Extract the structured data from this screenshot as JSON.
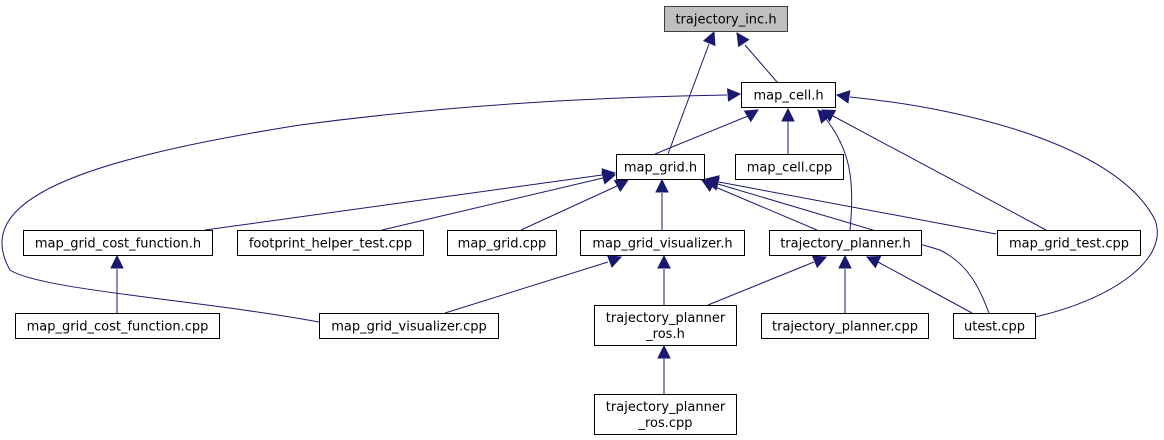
{
  "diagram": {
    "type": "include-dependency-graph",
    "colors": {
      "edge": "#191970",
      "root_fill": "#bfbfbf",
      "node_fill": "#ffffff",
      "border": "#000000"
    },
    "nodes": [
      {
        "id": "trajectory_inc_h",
        "lines": [
          "trajectory_inc.h"
        ],
        "root": true
      },
      {
        "id": "map_cell_h",
        "lines": [
          "map_cell.h"
        ]
      },
      {
        "id": "map_grid_h",
        "lines": [
          "map_grid.h"
        ]
      },
      {
        "id": "map_cell_cpp",
        "lines": [
          "map_cell.cpp"
        ]
      },
      {
        "id": "map_grid_cost_function_h",
        "lines": [
          "map_grid_cost_function.h"
        ]
      },
      {
        "id": "footprint_helper_test_cpp",
        "lines": [
          "footprint_helper_test.cpp"
        ]
      },
      {
        "id": "map_grid_cpp",
        "lines": [
          "map_grid.cpp"
        ]
      },
      {
        "id": "map_grid_visualizer_h",
        "lines": [
          "map_grid_visualizer.h"
        ]
      },
      {
        "id": "trajectory_planner_h",
        "lines": [
          "trajectory_planner.h"
        ]
      },
      {
        "id": "map_grid_test_cpp",
        "lines": [
          "map_grid_test.cpp"
        ]
      },
      {
        "id": "map_grid_cost_function_cpp",
        "lines": [
          "map_grid_cost_function.cpp"
        ]
      },
      {
        "id": "map_grid_visualizer_cpp",
        "lines": [
          "map_grid_visualizer.cpp"
        ]
      },
      {
        "id": "trajectory_planner_ros_h",
        "lines": [
          "trajectory_planner",
          "_ros.h"
        ]
      },
      {
        "id": "trajectory_planner_cpp",
        "lines": [
          "trajectory_planner.cpp"
        ]
      },
      {
        "id": "utest_cpp",
        "lines": [
          "utest.cpp"
        ]
      },
      {
        "id": "trajectory_planner_ros_cpp",
        "lines": [
          "trajectory_planner",
          "_ros.cpp"
        ]
      }
    ],
    "edges": [
      {
        "from": "map_cell_h",
        "to": "trajectory_inc_h"
      },
      {
        "from": "map_grid_h",
        "to": "trajectory_inc_h"
      },
      {
        "from": "map_grid_h",
        "to": "map_cell_h"
      },
      {
        "from": "map_cell_cpp",
        "to": "map_cell_h"
      },
      {
        "from": "trajectory_planner_h",
        "to": "map_cell_h"
      },
      {
        "from": "map_grid_test_cpp",
        "to": "map_cell_h"
      },
      {
        "from": "map_grid_visualizer_cpp",
        "to": "map_cell_h"
      },
      {
        "from": "utest_cpp",
        "to": "map_cell_h"
      },
      {
        "from": "map_grid_cost_function_h",
        "to": "map_grid_h"
      },
      {
        "from": "footprint_helper_test_cpp",
        "to": "map_grid_h"
      },
      {
        "from": "map_grid_cpp",
        "to": "map_grid_h"
      },
      {
        "from": "map_grid_visualizer_h",
        "to": "map_grid_h"
      },
      {
        "from": "trajectory_planner_h",
        "to": "map_grid_h"
      },
      {
        "from": "map_grid_test_cpp",
        "to": "map_grid_h"
      },
      {
        "from": "utest_cpp",
        "to": "map_grid_h"
      },
      {
        "from": "map_grid_cost_function_cpp",
        "to": "map_grid_cost_function_h"
      },
      {
        "from": "map_grid_visualizer_cpp",
        "to": "map_grid_visualizer_h"
      },
      {
        "from": "trajectory_planner_ros_h",
        "to": "map_grid_visualizer_h"
      },
      {
        "from": "trajectory_planner_ros_h",
        "to": "trajectory_planner_h"
      },
      {
        "from": "trajectory_planner_cpp",
        "to": "trajectory_planner_h"
      },
      {
        "from": "utest_cpp",
        "to": "trajectory_planner_h"
      },
      {
        "from": "trajectory_planner_ros_cpp",
        "to": "trajectory_planner_ros_h"
      }
    ]
  }
}
